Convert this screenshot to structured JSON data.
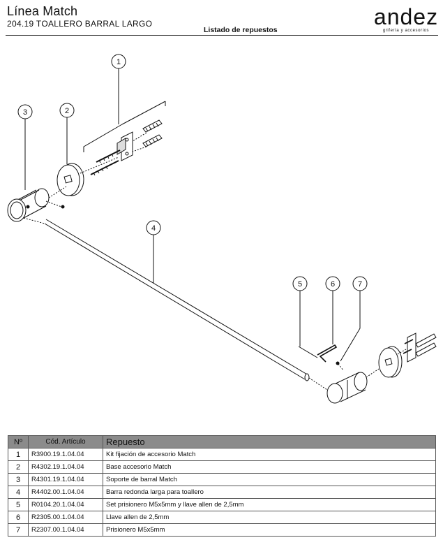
{
  "header": {
    "title": "Línea Match",
    "subtitle": "204.19 TOALLERO BARRAL LARGO",
    "document_heading": "Listado de repuestos",
    "brand_name": "andez",
    "brand_tagline": "grifería y accesorios"
  },
  "callouts": [
    "1",
    "2",
    "3",
    "4",
    "5",
    "6",
    "7"
  ],
  "parts_table": {
    "headers": {
      "number": "Nº",
      "code": "Cód. Artículo",
      "description": "Repuesto"
    },
    "rows": [
      {
        "number": "1",
        "code": "R3900.19.1.04.04",
        "description": "Kit fijación de accesorio Match"
      },
      {
        "number": "2",
        "code": "R4302.19.1.04.04",
        "description": "Base accesorio Match"
      },
      {
        "number": "3",
        "code": "R4301.19.1.04.04",
        "description": "Soporte de barral Match"
      },
      {
        "number": "4",
        "code": "R4402.00.1.04.04",
        "description": "Barra redonda larga para toallero"
      },
      {
        "number": "5",
        "code": "R0104.20.1.04.04",
        "description": "Set prisionero M5x5mm y llave allen de 2,5mm"
      },
      {
        "number": "6",
        "code": "R2305.00.1.04.04",
        "description": "Llave allen de 2,5mm"
      },
      {
        "number": "7",
        "code": "R2307.00.1.04.04",
        "description": "Prisionero M5x5mm"
      }
    ]
  }
}
